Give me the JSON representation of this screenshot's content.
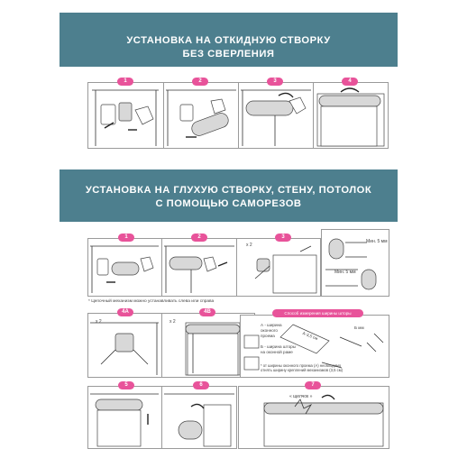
{
  "section1": {
    "title_line1": "УСТАНОВКА НА ОТКИДНУЮ СТВОРКУ",
    "title_line2": "БЕЗ СВЕРЛЕНИЯ",
    "steps": [
      "1",
      "2",
      "3",
      "4"
    ]
  },
  "section2": {
    "title_line1": "УСТАНОВКА НА ГЛУХУЮ СТВОРКУ, СТЕНУ, ПОТОЛОК",
    "title_line2": "С ПОМОЩЬЮ САМОРЕЗОВ",
    "steps": [
      "1",
      "2",
      "3",
      "4A",
      "4B",
      "5",
      "6",
      "7"
    ],
    "chain_note": "* Цепочный механизм можно устанавливать слева или справа",
    "qty_x2_a": "x 2",
    "qty_x2_b": "x 2",
    "qty_x2_c": "x 2",
    "min_5mm_1": "Мин. 5 мм",
    "min_5mm_2": "Мин. 5 мм",
    "width_header": "Способ измерения ширины шторы",
    "label_a": "А - ширина оконного проема",
    "label_b": "Б - ширина шторы на оконной раме",
    "formula": "A-3,5 см",
    "dim_b": "Б мм",
    "note": "* от ширины оконного проема (А) необходимо отнять ширину креплений механизмов (3,5 см)",
    "click_label": "« щелчок »"
  },
  "colors": {
    "banner": "#4d7f8e",
    "badge": "#e8539a"
  }
}
